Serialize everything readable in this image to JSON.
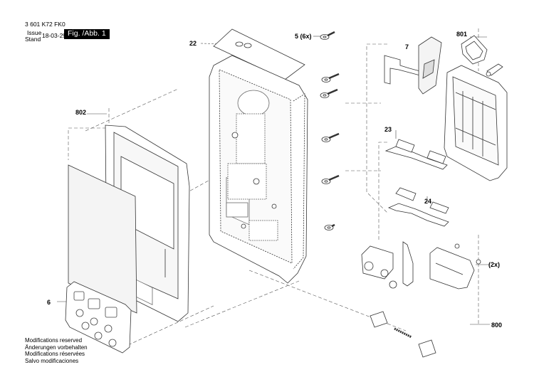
{
  "header": {
    "part_number": "3 601 K72 FK0",
    "issue_label": "Issue",
    "stand_label": "Stand",
    "date": "18-03-29",
    "figure_label": "Fig. /Abb. 1"
  },
  "callouts": {
    "c22": "22",
    "c5": "5 (6x)",
    "c7": "7",
    "c801": "801",
    "c802": "802",
    "c23": "23",
    "c24": "24",
    "c2x": "(2x)",
    "c6": "6",
    "c800": "800"
  },
  "footer": {
    "lines": [
      "Modifications reserved",
      "Änderungen vorbehalten",
      "Modifications réservées",
      "Salvo modificaciones"
    ]
  }
}
